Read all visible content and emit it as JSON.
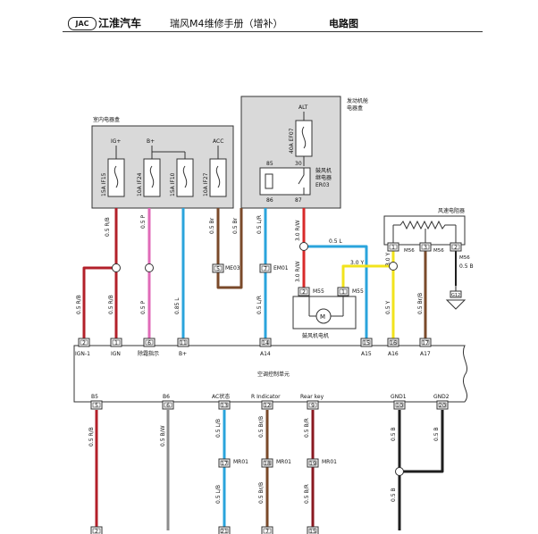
{
  "header": {
    "logo": "JAC",
    "brand": "江淮汽车",
    "manual": "瑞风M4维修手册（增补）",
    "section": "电路图"
  },
  "boxes": {
    "interior_fuse_box": "室内电器盒",
    "engine_relay_box_1": "发动机舱",
    "engine_relay_box_2": "电器盒",
    "blower_motor": "鼓风机电机",
    "resistor": "风速电阻器",
    "ac_control_unit": "空调控制单元"
  },
  "fuses": {
    "rails": [
      "IG+",
      "B+",
      "ACC"
    ],
    "items": [
      "15A IF15",
      "10A IF24",
      "15A IF10",
      "10A IF27"
    ],
    "alt": "ALT",
    "ef07": "40A EF07"
  },
  "relay": {
    "name_1": "鼓风机",
    "name_2": "继电器",
    "name_3": "ER03",
    "pins": [
      "85",
      "30",
      "86",
      "87"
    ]
  },
  "wires": {
    "w1": "0.5 R/B",
    "w2": "0.5 R/B",
    "w3": "0.5 R/B",
    "w4": "0.5 P",
    "w5": "0.5 P",
    "w6": "0.85 L",
    "w7": "0.5 Br",
    "w8": "0.5 Br",
    "w9": "0.5 L/R",
    "w10": "0.5 L/R",
    "w11": "3.0 R/W",
    "w12": "3.0 R/W",
    "w13": "0.5 L",
    "w14": "3.0 Y",
    "w15": "3.0 Y",
    "w16": "0.5 Y",
    "w17": "0.5 Br/B",
    "w18": "0.5 B",
    "b1": "0.5 R/B",
    "b2": "0.5 B/W",
    "b3": "0.5 L/B",
    "b4": "0.5 L/B",
    "b5": "0.5 Br/B",
    "b6": "0.5 Br/B",
    "b7": "0.5 B/R",
    "b8": "0.5 B/R",
    "b9": "0.5 B",
    "b10": "0.5 B",
    "b11": "0.5 B"
  },
  "connectors": {
    "me03": "ME03",
    "em01": "EM01",
    "m55a": "M55",
    "m55b": "M55",
    "m56a": "M56",
    "m56b": "M56",
    "m56c": "M56",
    "mr01a": "MR01",
    "mr01b": "MR01",
    "mr01c": "MR01",
    "ground": "G12"
  },
  "pins": {
    "me03": "5",
    "em01": "7",
    "m55a": "2",
    "m55b": "1",
    "r1": "1",
    "r3": "3",
    "r2": "2",
    "t2": "2",
    "t1": "1",
    "t6": "6",
    "t11": "11",
    "t14": "14",
    "t15": "15",
    "t16": "16",
    "t17": "17",
    "b5": "5",
    "b6": "6",
    "b13": "13",
    "b12": "12",
    "b9": "9",
    "b10": "10",
    "b20": "20",
    "m17": "17",
    "m18": "18",
    "m19": "19",
    "e2": "2",
    "e21": "21",
    "e7": "7",
    "e15": "15"
  },
  "top_labels": {
    "ign1": "IGN-1",
    "ign": "IGN",
    "defrost": "除霜指示",
    "bplus": "B+",
    "a14": "A14",
    "a15": "A15",
    "a16": "A16",
    "a17": "A17"
  },
  "bottom_labels": {
    "b5": "B5",
    "b6": "B6",
    "ac": "AC状态",
    "rind": "R Indicator",
    "rear": "Rear key",
    "gnd1": "GND1",
    "gnd2": "GND2"
  },
  "colors": {
    "red_black": "#b3202a",
    "pink": "#e06bb8",
    "blue": "#2aa4dc",
    "brown": "#7a4a2a",
    "red": "#d92a2a",
    "yellow": "#f2e31c",
    "black": "#1e1e1e",
    "gray": "#8c8c8c",
    "box_fill": "#d9d9d9",
    "dark_red": "#8a1820"
  }
}
